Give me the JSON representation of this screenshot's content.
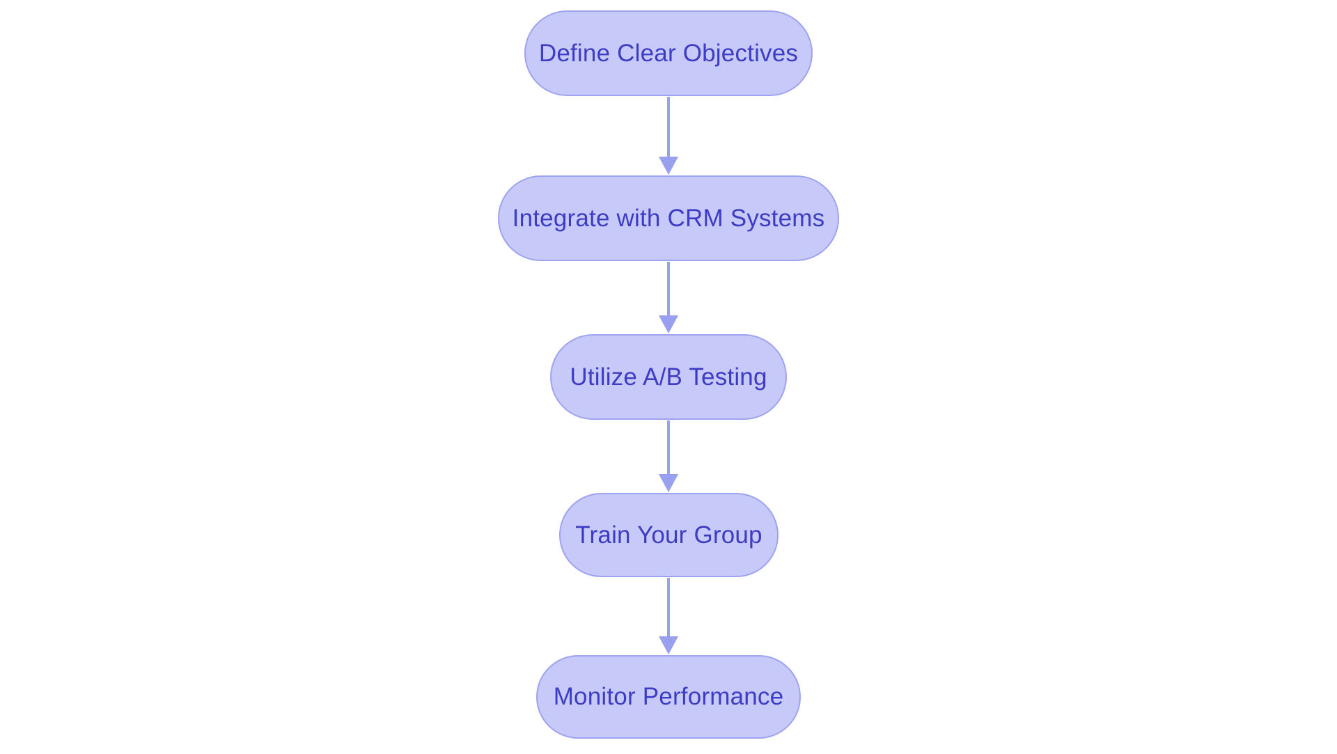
{
  "flowchart": {
    "colors": {
      "background": "#ffffff",
      "node_fill": "#c7c9f8",
      "node_border": "#9da3f0",
      "node_text": "#3d3cc5",
      "arrow": "#99a0ef"
    },
    "direction": "top-to-bottom",
    "nodes": [
      {
        "label": "Define Clear Objectives"
      },
      {
        "label": "Integrate with CRM Systems"
      },
      {
        "label": "Utilize A/B Testing"
      },
      {
        "label": "Train Your Group"
      },
      {
        "label": "Monitor Performance"
      }
    ],
    "connectors": [
      {
        "from": 0,
        "to": 1
      },
      {
        "from": 1,
        "to": 2
      },
      {
        "from": 2,
        "to": 3
      },
      {
        "from": 3,
        "to": 4
      }
    ]
  }
}
